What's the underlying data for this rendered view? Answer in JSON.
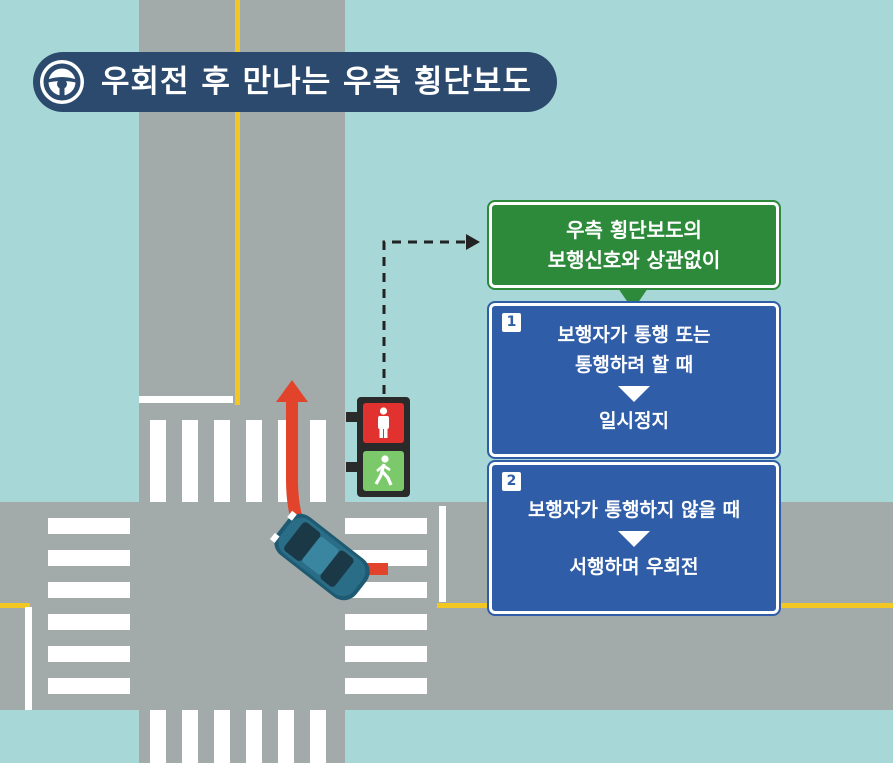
{
  "title": {
    "text": "우회전 후 만나는 우측 횡단보도",
    "icon": "steering-wheel-icon"
  },
  "green_sign": {
    "line1": "우측 횡단보도의",
    "line2": "보행신호와 상관없이"
  },
  "case1": {
    "number": "1",
    "line1": "보행자가 통행 또는",
    "line2": "통행하려 할 때",
    "result": "일시정지"
  },
  "case2": {
    "number": "2",
    "line1": "보행자가 통행하지 않을 때",
    "result": "서행하며 우회전"
  },
  "colors": {
    "background": "#a7d7d6",
    "road": "#a3abaa",
    "center_line": "#f2c623",
    "title_bg": "#2c4a6e",
    "green_sign": "#2c8a3a",
    "blue_sign": "#2f5da8",
    "car": "#2a6d86",
    "turn_arrow": "#e2442b",
    "signal_red": "#e2322f",
    "signal_green": "#7cc96b"
  },
  "signal": {
    "top": "red-pedestrian-stop-icon",
    "bottom": "green-pedestrian-walk-icon"
  }
}
